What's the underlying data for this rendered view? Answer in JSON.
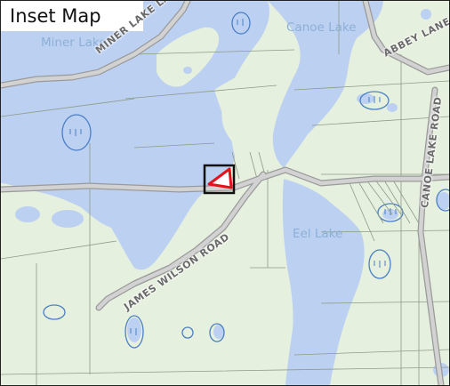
{
  "map": {
    "title": "Inset Map",
    "lakes": [
      "Miner Lake",
      "Canoe Lake",
      "Eel Lake"
    ],
    "roads": [
      "MINER LAKE LANE",
      "ABBEY LANE",
      "CANOE LAKE ROAD",
      "JAMES WILSON ROAD"
    ],
    "colors": {
      "land": "#e6f0de",
      "water": "#bcd0f2",
      "road": "#b8b8b8",
      "road_outline": "#9a9a9a",
      "wetland": "#4a7fc4",
      "parcel_lines": "#8c9c86",
      "marker": "#e8101a",
      "marker_frame": "#111111"
    },
    "icons": [
      "site-parcel-marker",
      "wetland-symbol"
    ]
  }
}
